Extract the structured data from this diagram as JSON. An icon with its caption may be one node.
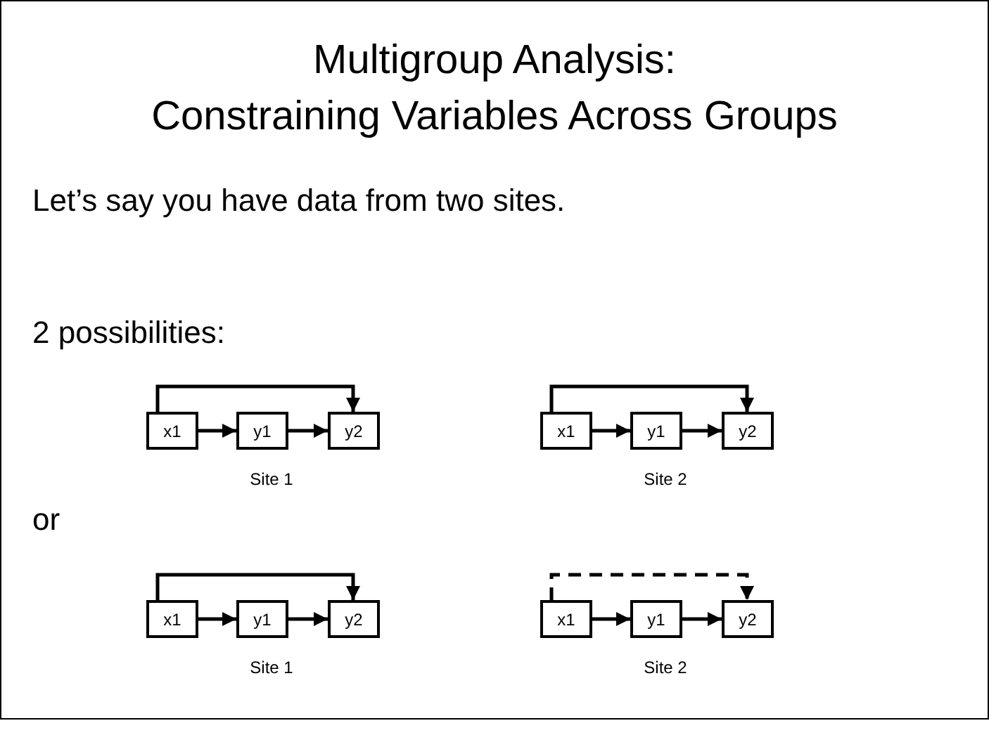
{
  "diagram": {
    "title": "Multigroup Analysis: Constraining Variables Across Groups",
    "nodes": [
      {
        "text": [
          "x1"
        ]
      },
      {
        "text": [
          "y1"
        ]
      },
      {
        "text": [
          "y2"
        ]
      },
      {
        "text": [
          "x1"
        ]
      },
      {
        "text": [
          "y1"
        ]
      },
      {
        "text": [
          "y2"
        ]
      },
      {
        "text": [
          "x1"
        ]
      },
      {
        "text": [
          "y1"
        ]
      },
      {
        "text": [
          "y2"
        ]
      },
      {
        "text": [
          "x1"
        ]
      },
      {
        "text": [
          "y1"
        ]
      },
      {
        "text": [
          "y2"
        ]
      }
    ],
    "edges": [
      {
        "from": 0,
        "to": 1,
        "arrow": "to"
      },
      {
        "from": 1,
        "to": 2,
        "arrow": "to"
      },
      {
        "from": 0,
        "to": 2,
        "arrow": "to"
      },
      {
        "from": 3,
        "to": 4,
        "arrow": "to"
      },
      {
        "from": 4,
        "to": 5,
        "arrow": "to"
      },
      {
        "from": 3,
        "to": 5,
        "arrow": "to"
      },
      {
        "from": 6,
        "to": 7,
        "arrow": "to"
      },
      {
        "from": 7,
        "to": 8,
        "arrow": "to"
      },
      {
        "from": 6,
        "to": 8,
        "arrow": "to"
      },
      {
        "from": 9,
        "to": 10,
        "arrow": "to"
      },
      {
        "from": 10,
        "to": 11,
        "arrow": "to"
      },
      {
        "from": 9,
        "to": 11,
        "arrow": "to",
        "style": "dashed"
      }
    ],
    "labels": [
      "Let’s say you have data from two sites.",
      "2 possibilities:",
      "Site 1",
      "Site 2",
      "or",
      "Site 1",
      "Site 2"
    ]
  }
}
